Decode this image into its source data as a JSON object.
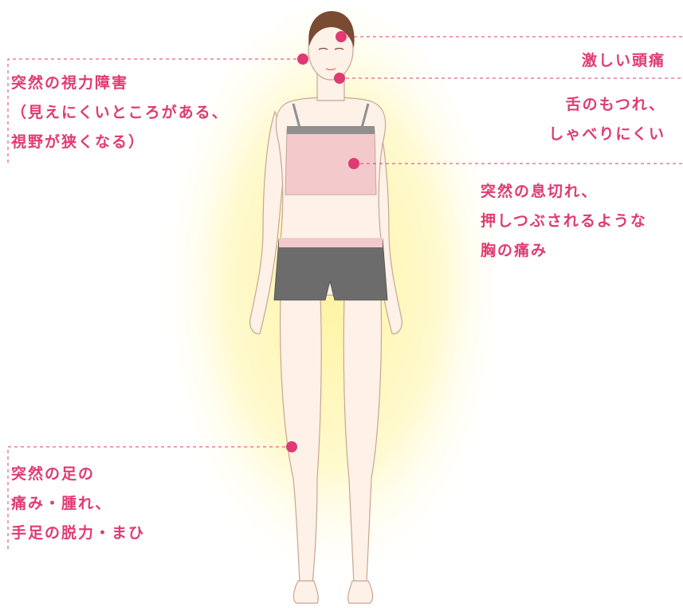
{
  "symptoms": {
    "headache": "激しい頭痛",
    "tongue": "舌のもつれ、\nしゃべりにくい",
    "chest": "突然の息切れ、\n押しつぶされるような\n胸の痛み",
    "vision": "突然の視力障害\n（見えにくいところがある、\n視野が狭くなる）",
    "leg": "突然の足の\n痛み・腫れ、\n手足の脱力・まひ"
  },
  "colors": {
    "accent": "#e03a72",
    "glow": "#fff6a8",
    "skin": "#fdf1e8",
    "top": "#f4c9cc",
    "shorts": "#6c6c6c",
    "hair": "#7a4a33"
  }
}
